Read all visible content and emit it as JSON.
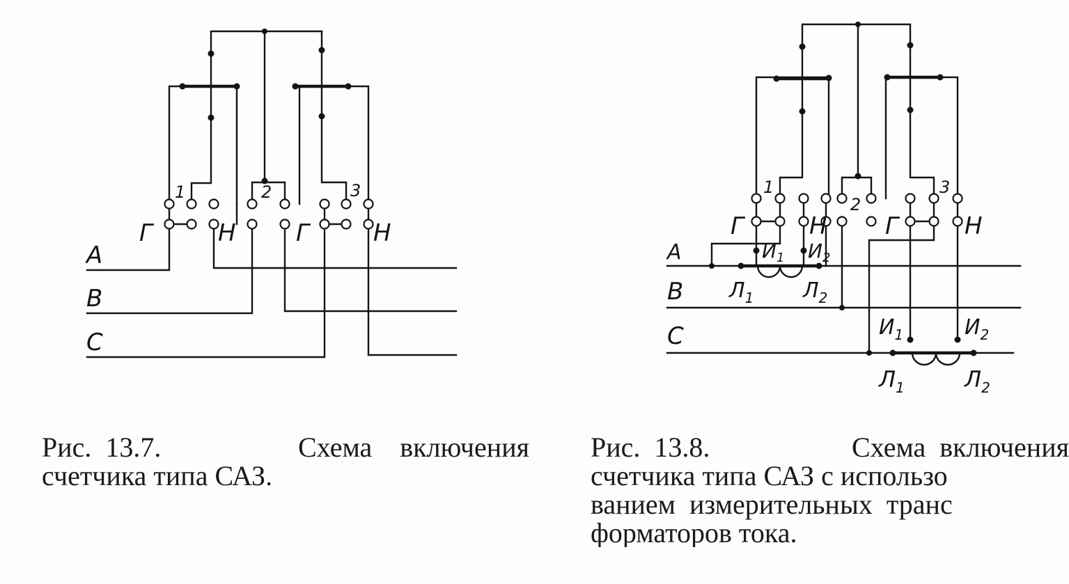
{
  "fig1": {
    "phases": [
      "A",
      "B",
      "C"
    ],
    "element_numbers": [
      "1",
      "2",
      "3"
    ],
    "generator_mark": "Г",
    "load_mark": "Н",
    "caption": {
      "number": "Рис.  13.7.",
      "title_line1": "Схема    включения",
      "title_line2": "счетчика типа САЗ."
    }
  },
  "fig2": {
    "phases": [
      "A",
      "B",
      "C"
    ],
    "element_numbers": [
      "1",
      "2",
      "3"
    ],
    "generator_mark": "Г",
    "load_mark": "Н",
    "ct_secondary": [
      "И",
      "И"
    ],
    "ct_primary": [
      "Л",
      "Л"
    ],
    "subscripts": [
      "1",
      "2"
    ],
    "caption": {
      "number": "Рис.  13.8.",
      "title_line1": "Схема  включения",
      "line2": "счетчика типа САЗ с использо",
      "line3": "ванием  измерительных  транс",
      "line4": "форматоров тока."
    }
  }
}
